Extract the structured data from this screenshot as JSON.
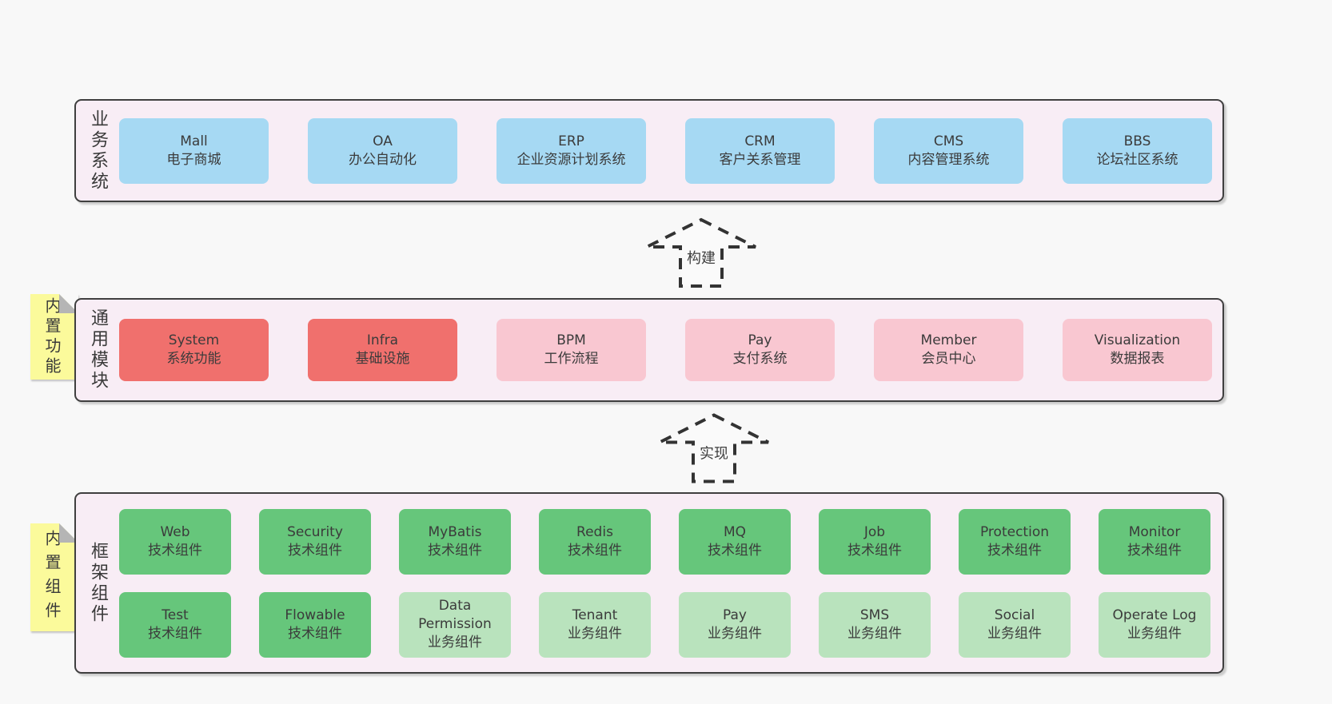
{
  "page": {
    "background": "#f8f8f8"
  },
  "palette": {
    "blue": "#a6d9f3",
    "red": "#f0706d",
    "pink": "#f9c7d1",
    "green": "#66c67b",
    "lightgreen": "#b9e3bd",
    "container_bg": "#f8edf5",
    "tab_yellow": "#fbfa9b",
    "border_dark": "#3f3f3f"
  },
  "sections": {
    "business": {
      "label": "业务系统",
      "boxes": [
        {
          "name": "Mall",
          "desc": "电子商城",
          "type": "blue"
        },
        {
          "name": "OA",
          "desc": "办公自动化",
          "type": "blue"
        },
        {
          "name": "ERP",
          "desc": "企业资源计划系统",
          "type": "blue"
        },
        {
          "name": "CRM",
          "desc": "客户关系管理",
          "type": "blue"
        },
        {
          "name": "CMS",
          "desc": "内容管理系统",
          "type": "blue"
        },
        {
          "name": "BBS",
          "desc": "论坛社区系统",
          "type": "blue"
        }
      ]
    },
    "modules": {
      "label": "通用模块",
      "tab": "内置功能",
      "boxes": [
        {
          "name": "System",
          "desc": "系统功能",
          "type": "red"
        },
        {
          "name": "Infra",
          "desc": "基础设施",
          "type": "red"
        },
        {
          "name": "BPM",
          "desc": "工作流程",
          "type": "pink"
        },
        {
          "name": "Pay",
          "desc": "支付系统",
          "type": "pink"
        },
        {
          "name": "Member",
          "desc": "会员中心",
          "type": "pink"
        },
        {
          "name": "Visualization",
          "desc": "数据报表",
          "type": "pink"
        }
      ]
    },
    "framework": {
      "label": "框架组件",
      "tab": "内置组件",
      "rows": [
        [
          {
            "name": "Web",
            "desc": "技术组件",
            "type": "green"
          },
          {
            "name": "Security",
            "desc": "技术组件",
            "type": "green"
          },
          {
            "name": "MyBatis",
            "desc": "技术组件",
            "type": "green"
          },
          {
            "name": "Redis",
            "desc": "技术组件",
            "type": "green"
          },
          {
            "name": "MQ",
            "desc": "技术组件",
            "type": "green"
          },
          {
            "name": "Job",
            "desc": "技术组件",
            "type": "green"
          },
          {
            "name": "Protection",
            "desc": "技术组件",
            "type": "green"
          },
          {
            "name": "Monitor",
            "desc": "技术组件",
            "type": "green"
          }
        ],
        [
          {
            "name": "Test",
            "desc": "技术组件",
            "type": "green"
          },
          {
            "name": "Flowable",
            "desc": "技术组件",
            "type": "green"
          },
          {
            "name": "Data Permission",
            "desc": "业务组件",
            "type": "lightgreen"
          },
          {
            "name": "Tenant",
            "desc": "业务组件",
            "type": "lightgreen"
          },
          {
            "name": "Pay",
            "desc": "业务组件",
            "type": "lightgreen"
          },
          {
            "name": "SMS",
            "desc": "业务组件",
            "type": "lightgreen"
          },
          {
            "name": "Social",
            "desc": "业务组件",
            "type": "lightgreen"
          },
          {
            "name": "Operate Log",
            "desc": "业务组件",
            "type": "lightgreen"
          }
        ]
      ]
    }
  },
  "arrows": [
    {
      "label": "构建"
    },
    {
      "label": "实现"
    }
  ]
}
